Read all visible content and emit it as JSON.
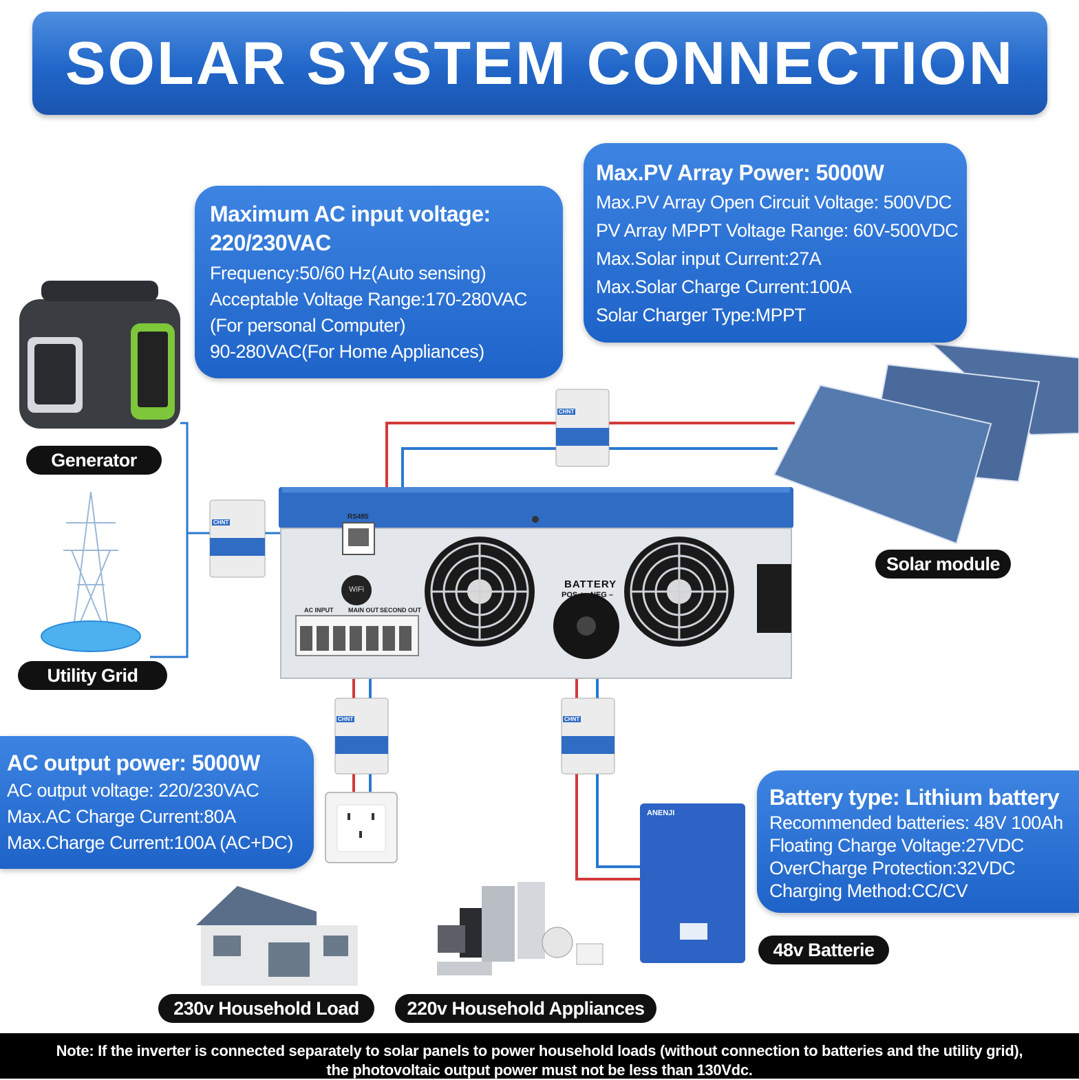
{
  "title": "SOLAR SYSTEM CONNECTION",
  "ac_input": {
    "heading_1": "Maximum AC input voltage:",
    "heading_2": "220/230VAC",
    "lines": [
      "Frequency:50/60 Hz(Auto sensing)",
      "Acceptable Voltage Range:170-280VAC",
      "(For personal Computer)",
      "90-280VAC(For Home Appliances)"
    ]
  },
  "pv_array": {
    "heading": "Max.PV Array Power: 5000W",
    "lines": [
      "Max.PV Array Open Circuit Voltage: 500VDC",
      "PV Array MPPT Voltage Range: 60V-500VDC",
      "Max.Solar input Current:27A",
      "Max.Solar Charge Current:100A",
      "Solar Charger Type:MPPT"
    ]
  },
  "ac_output": {
    "heading": "AC output power: 5000W",
    "lines": [
      "AC output voltage: 220/230VAC",
      "Max.AC Charge Current:80A",
      "Max.Charge Current:100A (AC+DC)"
    ]
  },
  "battery": {
    "heading": "Battery type: Lithium battery",
    "lines": [
      "Recommended batteries: 48V 100Ah",
      "Floating Charge Voltage:27VDC",
      "OverCharge Protection:32VDC",
      "Charging Method:CC/CV"
    ]
  },
  "labels": {
    "generator": "Generator",
    "utility_grid": "Utility Grid",
    "solar_module": "Solar module",
    "battery_48v": "48v Batterie",
    "household_load": "230v Household Load",
    "household_appliances": "220v Household Appliances"
  },
  "inverter": {
    "rs485": "RS485",
    "battery": "BATTERY",
    "pos": "POS +",
    "neg": "NEG –",
    "wifi": "WiFi",
    "ac_input": "AC INPUT",
    "main_out": "MAIN OUT",
    "second_out": "SECOND OUT"
  },
  "breaker_brand": "CHNT",
  "battery_brand": "ANENJI",
  "note": {
    "line1": "Note: If the inverter is connected separately to solar panels to power household loads (without connection to batteries and the utility grid),",
    "line2": "the photovoltaic output power must not be less than 130Vdc."
  },
  "colors": {
    "banner": "#2166c8",
    "card": "#2a6fd2",
    "wire_red": "#d23a3a",
    "wire_blue": "#2a78d0",
    "wire_green": "#3aa84a",
    "inverter_top": "#2f6cc4",
    "inverter_body": "#e3e6ea"
  }
}
